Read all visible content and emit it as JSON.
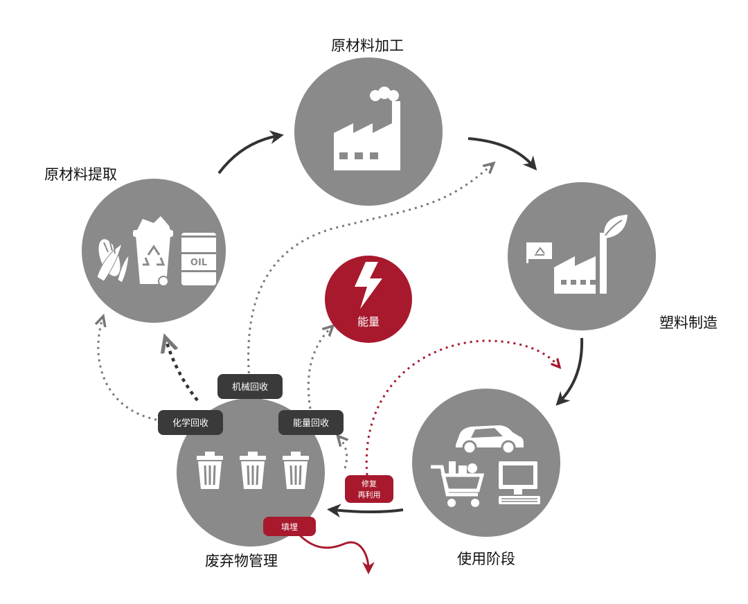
{
  "colors": {
    "circle": "#8a8a8a",
    "arrow": "#333333",
    "dotted": "#777777",
    "accent_red": "#a8192d",
    "pill_dark": "#3a3a3a",
    "icon": "#ffffff"
  },
  "stages": {
    "extraction": {
      "label": "原材料提取",
      "icons": [
        "corn-icon",
        "recycle-bin-icon",
        "oil-drum-icon"
      ],
      "drum_text": "OIL"
    },
    "processing": {
      "label": "原材料加工",
      "icons": [
        "factory-icon"
      ]
    },
    "manufacturing": {
      "label": "塑料制造",
      "icons": [
        "eco-factory-icon",
        "recycle-flag-icon",
        "leaf-icon"
      ]
    },
    "use": {
      "label": "使用阶段",
      "icons": [
        "car-icon",
        "shopping-cart-icon",
        "computer-icon"
      ]
    },
    "waste": {
      "label": "废弃物管理",
      "icons": [
        "trash-can-icon",
        "trash-can-icon",
        "trash-can-icon"
      ]
    }
  },
  "energy": {
    "label": "能量",
    "icon": "lightning-icon"
  },
  "recycling": {
    "mechanical": "机械回收",
    "chemical": "化学回收",
    "energy_recovery": "能量回收",
    "repair_reuse_line1": "修复",
    "repair_reuse_line2": "再利用",
    "landfill": "填埋"
  }
}
